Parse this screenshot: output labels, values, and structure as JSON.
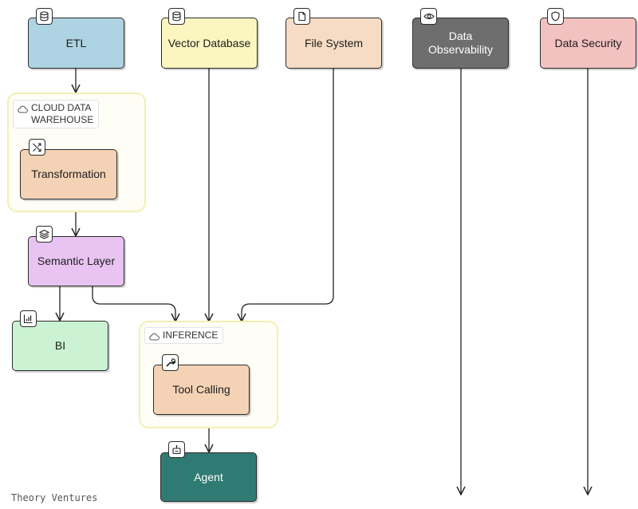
{
  "groups": {
    "cloud_dw": {
      "label_line1": "CLOUD DATA",
      "label_line2": "WAREHOUSE",
      "icon": "cloud-icon"
    },
    "inference": {
      "label": "INFERENCE",
      "icon": "cloud-icon"
    }
  },
  "nodes": {
    "etl": {
      "label": "ETL",
      "icon": "database-icon",
      "color": "#aed3e3"
    },
    "vector_db": {
      "label": "Vector Database",
      "icon": "database-icon",
      "color": "#fbf6c0"
    },
    "file_system": {
      "label": "File System",
      "icon": "file-icon",
      "color": "#f6dcc4"
    },
    "data_observability": {
      "label_line1": "Data",
      "label_line2": "Observability",
      "icon": "eye-icon",
      "color": "#6e6e6e"
    },
    "data_security": {
      "label": "Data Security",
      "icon": "shield-icon",
      "color": "#f2c1c0"
    },
    "transformation": {
      "label": "Transformation",
      "icon": "shuffle-icon",
      "color": "#f4d2b5"
    },
    "semantic_layer": {
      "label": "Semantic Layer",
      "icon": "layers-icon",
      "color": "#e9c3f1"
    },
    "bi": {
      "label": "BI",
      "icon": "bar-chart-icon",
      "color": "#cbf3d3"
    },
    "tool_calling": {
      "label": "Tool Calling",
      "icon": "wrench-icon",
      "color": "#f4d2b5"
    },
    "agent": {
      "label": "Agent",
      "icon": "robot-icon",
      "color": "#2f7b73"
    }
  },
  "footer": {
    "text": "Theory Ventures"
  }
}
